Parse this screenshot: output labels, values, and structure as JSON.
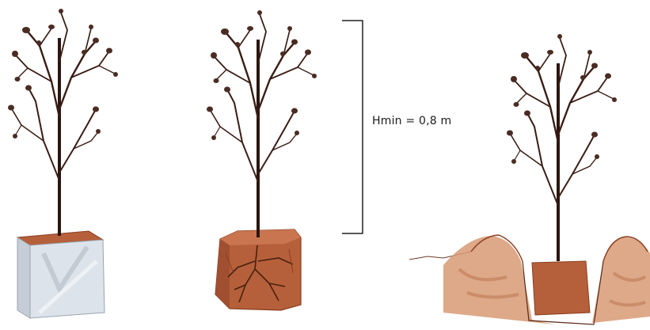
{
  "height_label": "Hmin = 0,8 m",
  "trees": [
    {
      "name": "container-tree"
    },
    {
      "name": "rootball-tree"
    },
    {
      "name": "planted-tree"
    }
  ],
  "colors": {
    "trunk": "#2a1610",
    "branch": "#3a1d14",
    "bud": "#4a2c22",
    "soil": "#b5603a",
    "soil_dark": "#8b3d20",
    "soil_light": "#d79a73",
    "pot_face": "#dde3ea",
    "pot_side": "#c6cdd6",
    "pot_line": "#9aa3ad",
    "root": "#4a2010",
    "bracket": "#222222"
  }
}
